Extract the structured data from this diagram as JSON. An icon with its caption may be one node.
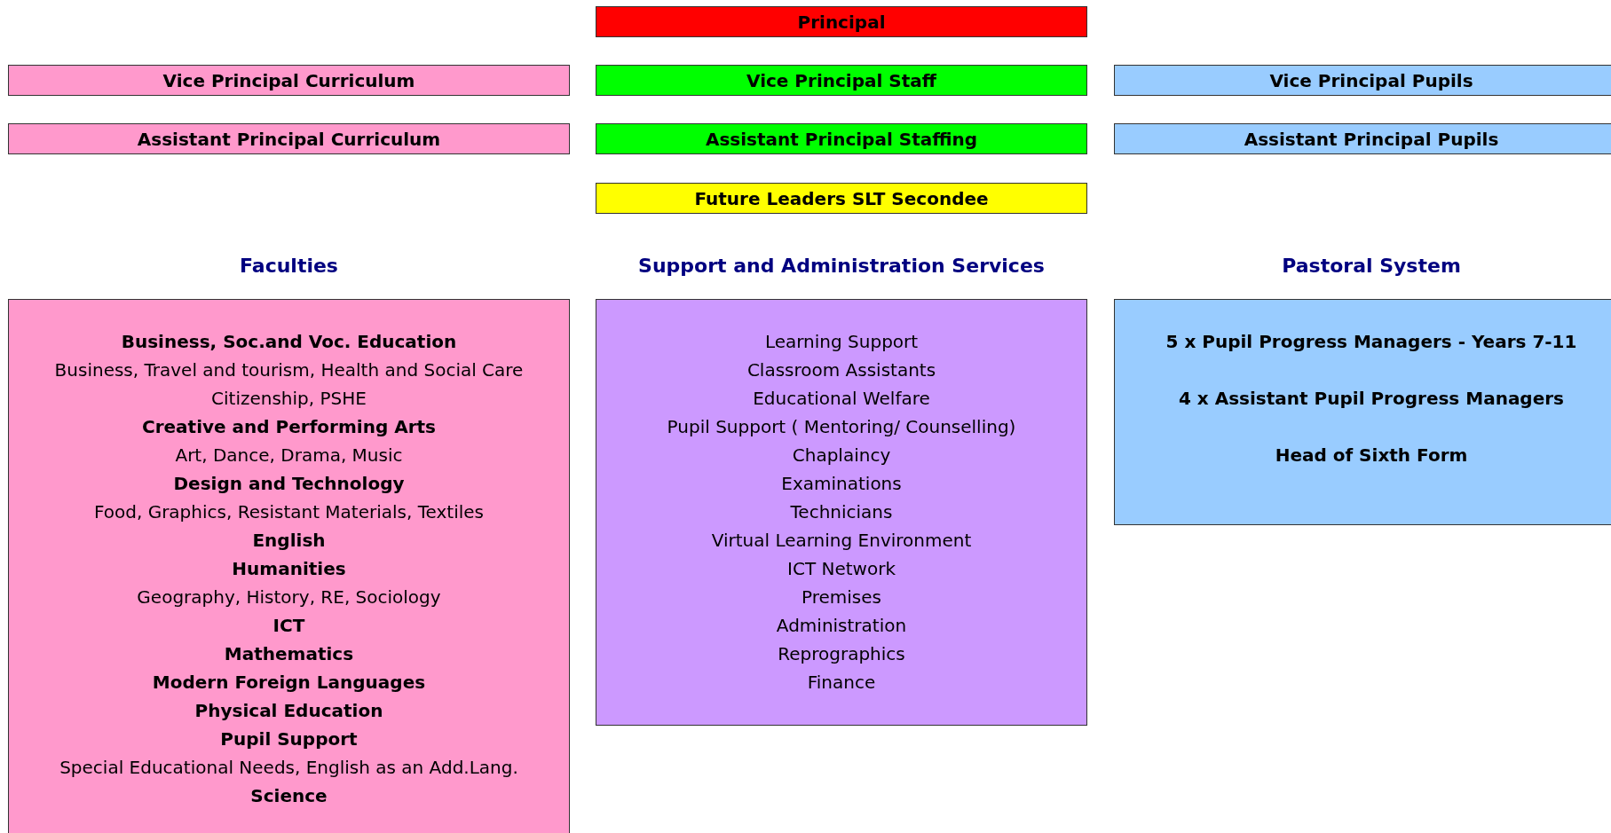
{
  "diagram": {
    "nodes": [
      {
        "text": [
          "Principal"
        ]
      },
      {
        "text": [
          "Vice Principal Curriculum"
        ]
      },
      {
        "text": [
          "Vice Principal Staff"
        ]
      },
      {
        "text": [
          "Vice Principal Pupils"
        ]
      },
      {
        "text": [
          "Assistant Principal Curriculum"
        ]
      },
      {
        "text": [
          "Assistant Principal Staffing"
        ]
      },
      {
        "text": [
          "Assistant Principal Pupils"
        ]
      },
      {
        "text": [
          "Future Leaders SLT Secondee"
        ]
      },
      {
        "text": [
          "Faculties",
          "Business, Soc.and Voc. Education",
          "Business, Travel and tourism, Health and Social Care",
          "Citizenship, PSHE",
          "Creative and Performing Arts",
          "Art, Dance, Drama, Music",
          "Design and Technology",
          "Food, Graphics, Resistant Materials, Textiles",
          "English",
          "Humanities",
          "Geography, History, RE, Sociology",
          "ICT",
          "Mathematics",
          "Modern Foreign Languages",
          "Physical Education",
          "Pupil Support",
          "Special Educational Needs, English as an Add.Lang.",
          "Science"
        ]
      },
      {
        "text": [
          "Support and Administration Services",
          "Learning Support",
          "Classroom Assistants",
          "Educational Welfare",
          "Pupil Support ( Mentoring/ Counselling)",
          "Chaplaincy",
          "Examinations",
          "Technicians",
          "Virtual Learning Environment",
          "ICT Network",
          "Premises",
          "Administration",
          "Reprographics",
          "Finance"
        ]
      },
      {
        "text": [
          "Pastoral System",
          "5 x Pupil Progress Managers - Years 7-11",
          "4 x Assistant Pupil Progress Managers",
          "Head of Sixth Form"
        ]
      }
    ]
  }
}
